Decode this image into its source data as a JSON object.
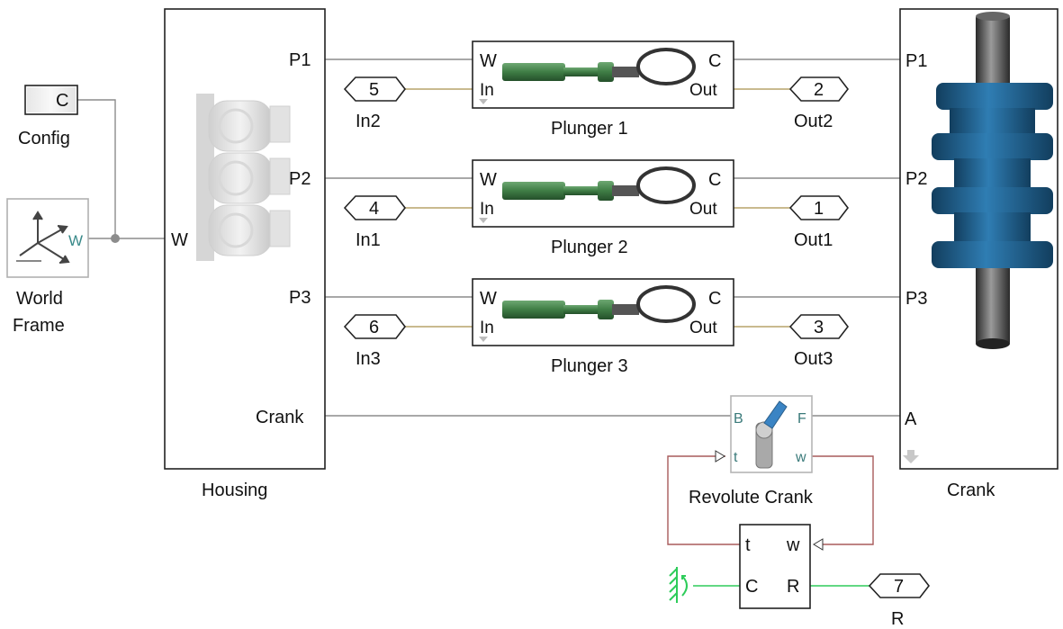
{
  "blocks": {
    "config": {
      "port": "C",
      "label": "Config"
    },
    "world_frame": {
      "port": "W",
      "label_line1": "World",
      "label_line2": "Frame"
    },
    "housing": {
      "label": "Housing",
      "port_w": "W",
      "port_p1": "P1",
      "port_p2": "P2",
      "port_p3": "P3",
      "port_crank": "Crank"
    },
    "plungers": [
      {
        "label": "Plunger 1",
        "port_w": "W",
        "port_in": "In",
        "port_c": "C",
        "port_out": "Out",
        "in_tag": "5",
        "in_tag_label": "In2",
        "out_tag": "2",
        "out_tag_label": "Out2"
      },
      {
        "label": "Plunger 2",
        "port_w": "W",
        "port_in": "In",
        "port_c": "C",
        "port_out": "Out",
        "in_tag": "4",
        "in_tag_label": "In1",
        "out_tag": "1",
        "out_tag_label": "Out1"
      },
      {
        "label": "Plunger 3",
        "port_w": "W",
        "port_in": "In",
        "port_c": "C",
        "port_out": "Out",
        "in_tag": "6",
        "in_tag_label": "In3",
        "out_tag": "3",
        "out_tag_label": "Out3"
      }
    ],
    "crank": {
      "label": "Crank",
      "port_p1": "P1",
      "port_p2": "P2",
      "port_p3": "P3",
      "port_a": "A"
    },
    "revolute": {
      "label": "Revolute Crank",
      "port_b": "B",
      "port_f": "F",
      "port_t": "t",
      "port_w": "w"
    },
    "controller": {
      "port_t": "t",
      "port_w": "w",
      "port_c": "C",
      "port_r": "R"
    },
    "r_tag": {
      "value": "7",
      "label": "R"
    }
  },
  "colors": {
    "connection": "#8c8c8c",
    "signal": "#b7a36a",
    "rotational": "#a85b5b",
    "crank_link": "#6fbf3c",
    "ground_link": "#2ecc5a",
    "plunger_green": "#3f7d45",
    "crank_blue": "#1f5f8b"
  }
}
